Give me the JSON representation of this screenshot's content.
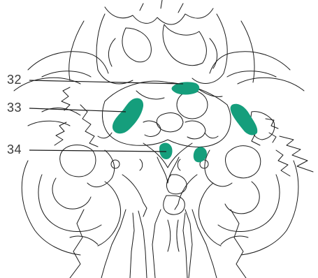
{
  "callouts": [
    {
      "number": "32"
    },
    {
      "number": "33"
    },
    {
      "number": "34"
    }
  ],
  "colors": {
    "line": "#1a1a1a",
    "highlight": "#159e7c",
    "label": "#3a3a3a",
    "background": "#ffffff"
  }
}
